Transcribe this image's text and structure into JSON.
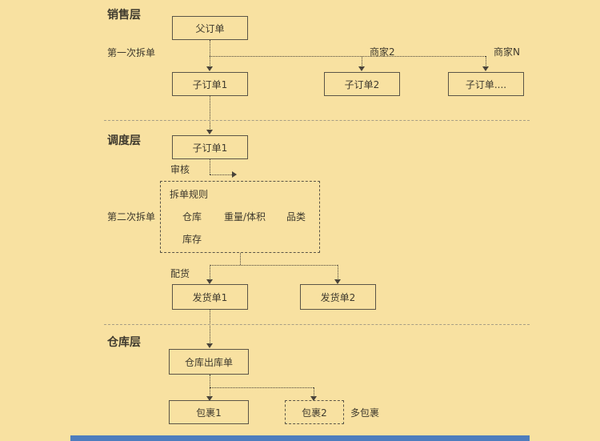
{
  "diagram": {
    "layers": {
      "sales": {
        "title": "销售层",
        "split_label": "第一次拆单"
      },
      "dispatch": {
        "title": "调度层",
        "split_label": "第二次拆单"
      },
      "warehouse": {
        "title": "仓库层"
      }
    },
    "labels": {
      "merchant_2": "商家2",
      "merchant_n": "商家N",
      "audit": "审核",
      "allocate": "配货",
      "multi_package": "多包裹"
    },
    "nodes": {
      "parent_order": "父订单",
      "sub_order_1": "子订单1",
      "sub_order_2": "子订单2",
      "sub_order_n": "子订单....",
      "dispatch_sub_order": "子订单1",
      "rules": {
        "title": "拆单规则",
        "items": [
          "仓库",
          "重量/体积",
          "品类",
          "库存"
        ]
      },
      "shipment_1": "发货单1",
      "shipment_2": "发货单2",
      "outbound_order": "仓库出库单",
      "package_1": "包裹1",
      "package_2": "包裹2"
    },
    "colors": {
      "background": "#f8e1a1",
      "line": "#4a443a",
      "box_border": "#5b5547",
      "divider": "#a89f86",
      "accent_bar": "#4d7dbe"
    }
  }
}
